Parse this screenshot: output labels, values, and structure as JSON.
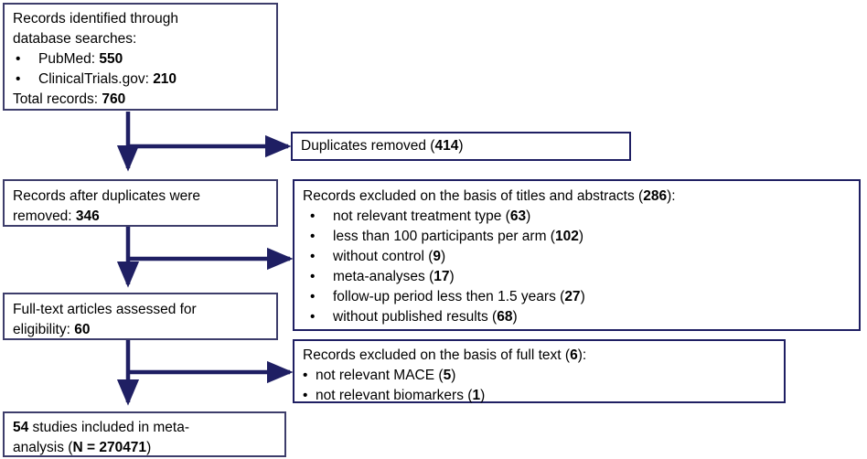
{
  "diagram": {
    "type": "prisma-flow-diagram",
    "stroke_color": "#1f1f63",
    "border_color": "#3d3d6b",
    "background": "#ffffff"
  },
  "boxes": {
    "identification": {
      "name": "records-identified-box",
      "lines": [
        "Records identified through",
        "database searches:"
      ],
      "bullets": [
        {
          "label": "PubMed: ",
          "value": "550"
        },
        {
          "label": "ClinicalTrials.gov: ",
          "value": "210"
        }
      ],
      "total_label": "Total records: ",
      "total_value": "760"
    },
    "duplicates_removed": {
      "name": "duplicates-removed-box",
      "label": "Duplicates removed (",
      "value": "414",
      "suffix": ")"
    },
    "after_duplicates": {
      "name": "records-after-duplicates-box",
      "line1": "Records after duplicates were",
      "line2_label": "removed: ",
      "line2_value": "346"
    },
    "excluded_titles_abstracts": {
      "name": "excluded-titles-abstracts-box",
      "header_prefix": "Records excluded on the basis of titles and abstracts (",
      "header_value": "286",
      "header_suffix": "):",
      "bullets": [
        {
          "label": "not relevant treatment type (",
          "value": "63",
          "suffix": ")"
        },
        {
          "label": "less than 100 participants per arm (",
          "value": "102",
          "suffix": ")"
        },
        {
          "label": "without control (",
          "value": "9",
          "suffix": ")"
        },
        {
          "label": "meta-analyses (",
          "value": "17",
          "suffix": ")"
        },
        {
          "label": "follow-up period less then 1.5 years (",
          "value": "27",
          "suffix": ")"
        },
        {
          "label": "without published results (",
          "value": "68",
          "suffix": ")"
        }
      ]
    },
    "full_text_assessed": {
      "name": "full-text-assessed-box",
      "line1": "Full-text articles assessed for",
      "line2_label": "eligibility: ",
      "line2_value": "60"
    },
    "excluded_full_text": {
      "name": "excluded-full-text-box",
      "header_prefix": "Records excluded on the basis of full text (",
      "header_value": "6",
      "header_suffix": "):",
      "bullets": [
        {
          "label": "not relevant MACE (",
          "value": "5",
          "suffix": ")"
        },
        {
          "label": "not relevant biomarkers (",
          "value": "1",
          "suffix": ")"
        }
      ]
    },
    "included": {
      "name": "studies-included-box",
      "count": "54",
      "text_after_count": " studies included in meta-",
      "line2_prefix": "analysis (",
      "line2_value": "N = 270471",
      "line2_suffix": ")"
    }
  },
  "icons": {
    "bullet": "•"
  }
}
